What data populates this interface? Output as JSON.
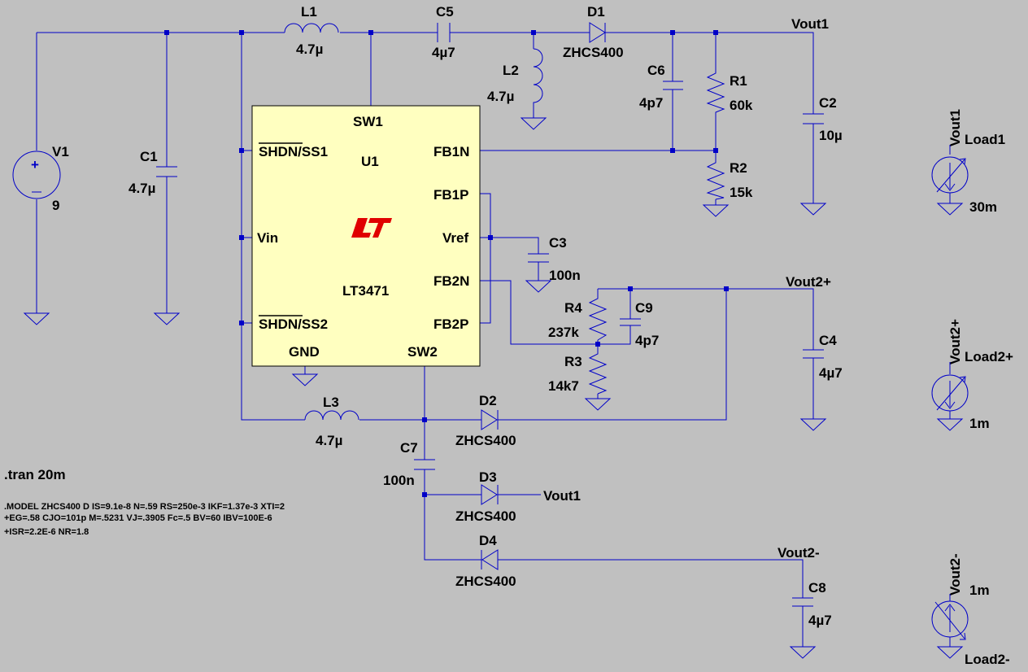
{
  "colors": {
    "background": "#c0c0c0",
    "wire": "#0000c8",
    "ic_fill": "#ffffc0",
    "logo": "#e00000",
    "text": "#000000"
  },
  "components": {
    "V1": {
      "ref": "V1",
      "value": "9"
    },
    "C1": {
      "ref": "C1",
      "value": "4.7µ"
    },
    "L1": {
      "ref": "L1",
      "value": "4.7µ"
    },
    "C5": {
      "ref": "C5",
      "value": "4µ7"
    },
    "L2": {
      "ref": "L2",
      "value": "4.7µ"
    },
    "D1": {
      "ref": "D1",
      "value": "ZHCS400"
    },
    "C6": {
      "ref": "C6",
      "value": "4p7"
    },
    "R1": {
      "ref": "R1",
      "value": "60k"
    },
    "C2": {
      "ref": "C2",
      "value": "10µ"
    },
    "R2": {
      "ref": "R2",
      "value": "15k"
    },
    "C3": {
      "ref": "C3",
      "value": "100n"
    },
    "R4": {
      "ref": "R4",
      "value": "237k"
    },
    "C9": {
      "ref": "C9",
      "value": "4p7"
    },
    "R3": {
      "ref": "R3",
      "value": "14k7"
    },
    "C4": {
      "ref": "C4",
      "value": "4µ7"
    },
    "L3": {
      "ref": "L3",
      "value": "4.7µ"
    },
    "D2": {
      "ref": "D2",
      "value": "ZHCS400"
    },
    "C7": {
      "ref": "C7",
      "value": "100n"
    },
    "D3": {
      "ref": "D3",
      "value": "ZHCS400"
    },
    "D4": {
      "ref": "D4",
      "value": "ZHCS400"
    },
    "C8": {
      "ref": "C8",
      "value": "4µ7"
    }
  },
  "ic": {
    "ref": "U1",
    "part": "LT3471",
    "pins": {
      "sw1": "SW1",
      "shdn_ss1": "SHDN/SS1",
      "fb1n": "FB1N",
      "fb1p": "FB1P",
      "vin": "Vin",
      "vref": "Vref",
      "fb2n": "FB2N",
      "shdn_ss2": "SHDN/SS2",
      "fb2p": "FB2P",
      "gnd": "GND",
      "sw2": "SW2"
    }
  },
  "nets": {
    "vout1": "Vout1",
    "vout2p": "Vout2+",
    "vout2n": "Vout2-",
    "d3_out": "Vout1"
  },
  "loads": {
    "load1": {
      "net": "Vout1",
      "ref": "Load1",
      "value": "30m"
    },
    "load2p": {
      "net": "Vout2+",
      "ref": "Load2+",
      "value": "1m"
    },
    "load2n": {
      "net": "Vout2-",
      "ref": "Load2-",
      "value": "1m"
    }
  },
  "directives": {
    "tran": ".tran 20m",
    "model_line1": ".MODEL ZHCS400 D IS=9.1e-8 N=.59 RS=250e-3 IKF=1.37e-3 XTI=2",
    "model_line2": "+EG=.58 CJO=101p M=.5231 VJ=.3905 Fc=.5 BV=60 IBV=100E-6",
    "model_line3": "+ISR=2.2E-6 NR=1.8"
  }
}
